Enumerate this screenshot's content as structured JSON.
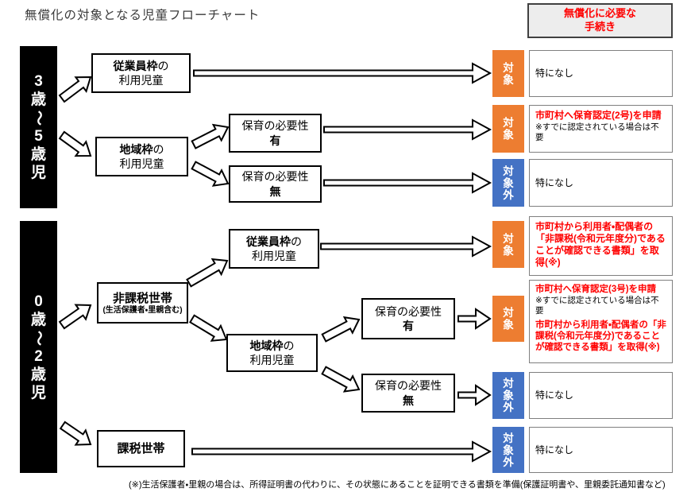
{
  "title": "無償化の対象となる児童フローチャート",
  "legend": {
    "line1": "無償化に必要な",
    "line2": "手続き"
  },
  "age_bars": {
    "top": "3歳〜5歳児",
    "bottom": "0歳〜2歳児"
  },
  "nodes": {
    "employee_top": {
      "bold": "従業員枠",
      "rest": "の",
      "line2": "利用児童"
    },
    "regional_top": {
      "bold": "地域枠",
      "rest": "の",
      "line2": "利用児童"
    },
    "need_yes_top": {
      "line1": "保育の必要性",
      "line2": "有"
    },
    "need_no_top": {
      "line1": "保育の必要性",
      "line2": "無"
    },
    "nontax_household": {
      "line1": "非課税世帯",
      "line2": "(生活保護者・里親含む)"
    },
    "employee_bottom": {
      "bold": "従業員枠",
      "rest": "の",
      "line2": "利用児童"
    },
    "regional_bottom": {
      "bold": "地域枠",
      "rest": "の",
      "line2": "利用児童"
    },
    "need_yes_bottom": {
      "line1": "保育の必要性",
      "line2": "有"
    },
    "need_no_bottom": {
      "line1": "保育の必要性",
      "line2": "無"
    },
    "taxed_household": {
      "line1": "課税世帯"
    }
  },
  "badges": {
    "target": "対象",
    "not_target": "対象外"
  },
  "procedures": {
    "none": "特になし",
    "row2_red": "市町村へ保育認定(2号)を申請",
    "row2_note": "※すでに認定されている場合は不要",
    "row4_red": "市町村から利用者・配偶者の「非課税(令和元年度分)であることが確認できる書類」を取得(※)",
    "row5_red1": "市町村へ保育認定(3号)を申請",
    "row5_note": "※すでに認定されている場合は不要",
    "row5_red2": "市町村から利用者・配偶者の「非課税(令和元年度分)であることが確認できる書類」を取得(※)"
  },
  "footnote": "(※)生活保護者・里親の場合は、所得証明書の代わりに、その状態にあることを証明できる書類を準備(保護証明書や、里親委託通知書など)",
  "colors": {
    "target_orange": "#ed7d31",
    "not_target_blue": "#4472c4",
    "procedure_red": "#ff0000",
    "age_bar_black": "#000000"
  }
}
